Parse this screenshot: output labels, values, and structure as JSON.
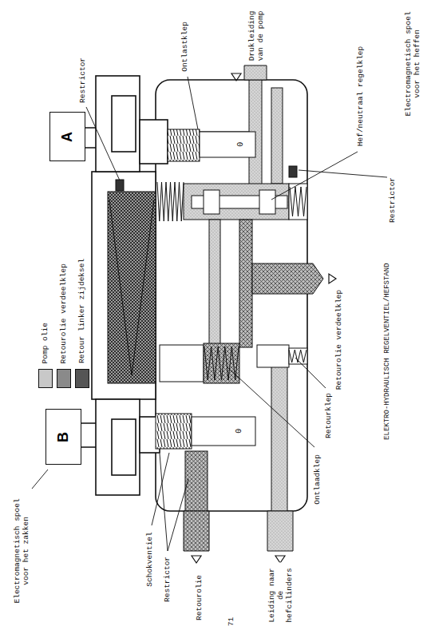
{
  "diagram": {
    "caption": "ELEKTRO-HYDRAULISCH REGELVENTIEL/HEFSTAND",
    "nodes": [
      {
        "text": [
          "A"
        ]
      },
      {
        "text": [
          "B"
        ]
      }
    ],
    "labels": [
      "Electromagnetisch spoel voor het heffen",
      "Restrictor",
      "Ontlastklep",
      "Drukleiding van de pomp",
      "Hef/neutraal regelklep",
      "Restrictor",
      "Retourolie verdeelklep",
      "Retourklep",
      "Ontlaadklep",
      "Electromagnetisch spoel voor het zakken",
      "Schokventiel",
      "Restrictor",
      "Retourolie",
      "Leiding naar de hefcilinders",
      "71",
      "0",
      "0"
    ],
    "legend": [
      {
        "text": "Retour linker zijdeksel",
        "color": "#555555"
      },
      {
        "text": "Retourolie verdeelklep",
        "color": "#8a8a8a"
      },
      {
        "text": "Pomp olie",
        "color": "#c8c8c8"
      }
    ]
  }
}
